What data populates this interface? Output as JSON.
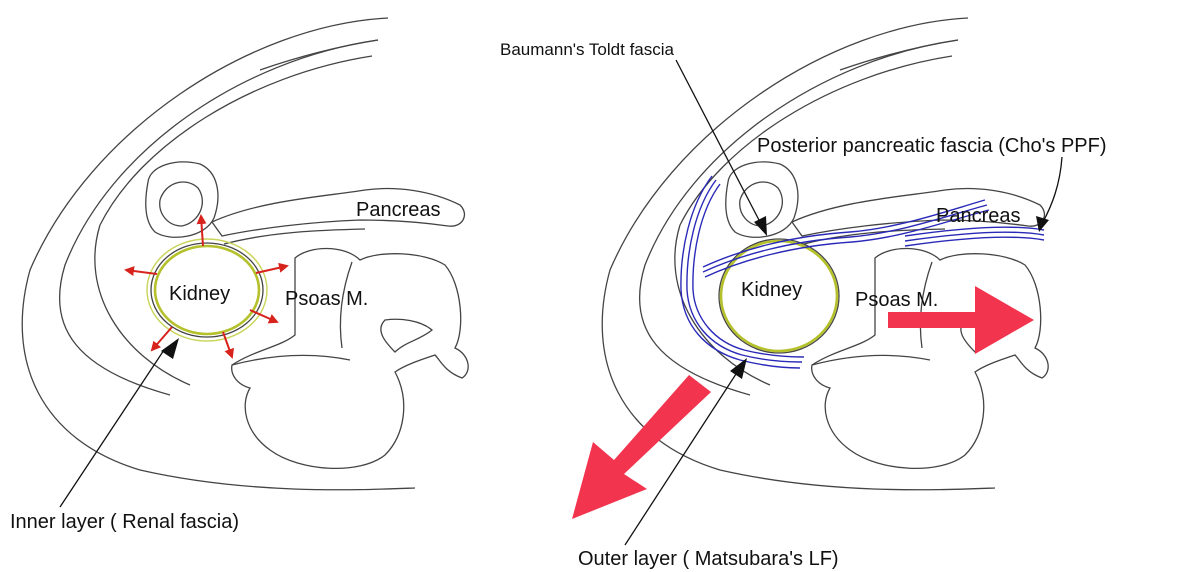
{
  "left_panel": {
    "organ_labels": {
      "pancreas": "Pancreas",
      "kidney": "Kidney",
      "psoas": "Psoas M."
    },
    "caption": "Inner layer ( Renal fascia)",
    "colors": {
      "expansion_arrows": "#d8231c",
      "fascia_ring": "#b4c12b",
      "outline": "#444444"
    }
  },
  "right_panel": {
    "organ_labels": {
      "pancreas": "Pancreas",
      "kidney": "Kidney",
      "psoas": "Psoas M."
    },
    "callouts": {
      "toldt": "Baumann's Toldt fascia",
      "ppf": "Posterior pancreatic fascia (Cho's PPF)",
      "outer": "Outer layer ( Matsubara's LF)"
    },
    "colors": {
      "fascia_lines": "#2a2ab8",
      "big_arrows": "#f2344f",
      "fascia_ring": "#b4c12b"
    }
  }
}
